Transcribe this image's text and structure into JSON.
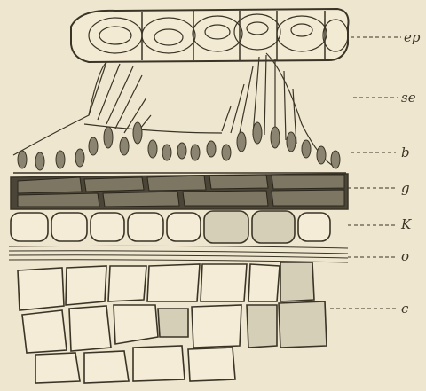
{
  "figure": {
    "colors": {
      "background": "#efe6cf",
      "ink": "#3a3426",
      "dark_layer": "#4a4536",
      "cell_fill": "#f4ecd6"
    },
    "labels": [
      {
        "id": "ep",
        "text": "ep"
      },
      {
        "id": "se",
        "text": "se"
      },
      {
        "id": "b",
        "text": "b"
      },
      {
        "id": "g",
        "text": "g"
      },
      {
        "id": "K",
        "text": "K"
      },
      {
        "id": "o",
        "text": "o"
      },
      {
        "id": "c",
        "text": "c"
      }
    ]
  }
}
